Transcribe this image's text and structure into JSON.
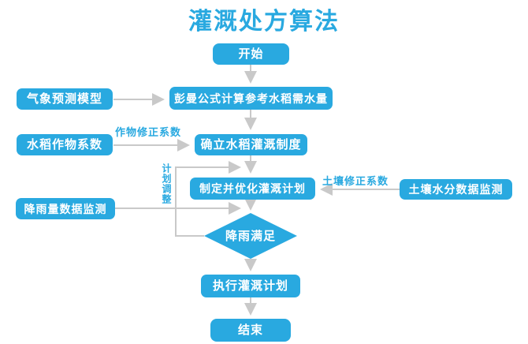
{
  "title": "灌溉处方算法",
  "colors": {
    "accent": "#29a9e0",
    "arrow": "#c9c9c9",
    "label_text": "#29a9e0",
    "node_text": "#ffffff",
    "background": "#ffffff"
  },
  "nodes": {
    "start": "开始",
    "penman": "彭曼公式计算参考水稻需水量",
    "weather_model": "气象预测模型",
    "crop_coefficient": "水稻作物系数",
    "schedule": "确立水稻灌溉制度",
    "plan": "制定并优化灌溉计划",
    "soil_monitor": "土壤水分数据监测",
    "rain_monitor": "降雨量数据监测",
    "decision": "降雨满足",
    "execute": "执行灌溉计划",
    "end": "结束"
  },
  "edge_labels": {
    "crop_correction": "作物修正系数",
    "soil_correction": "土壤修正系数",
    "plan_adjust": "计划调整"
  }
}
